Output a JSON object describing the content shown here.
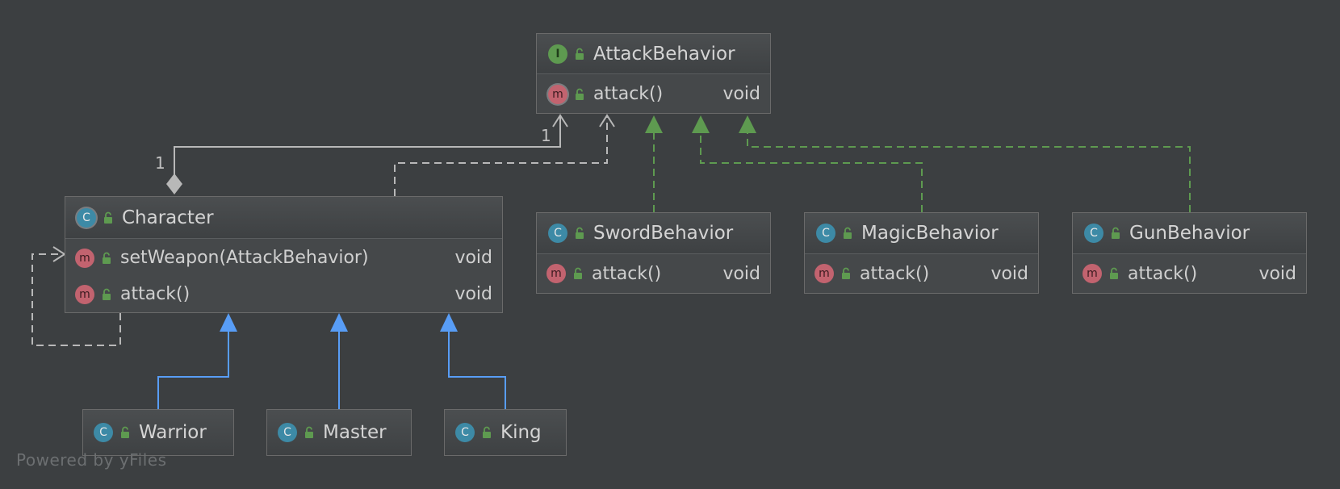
{
  "colors": {
    "background": "#3c3f41",
    "class_badge": "#3d8aa6",
    "interface_badge": "#5e9a50",
    "method_badge": "#c2636f",
    "lock_green": "#5e9a50",
    "implements_edge": "#5e9a50",
    "extends_edge": "#589df6",
    "dependency_edge": "#b8b8b8"
  },
  "classes": {
    "attack_behavior": {
      "kind": "I",
      "name": "AttackBehavior",
      "members": [
        {
          "badge": "m",
          "name": "attack()",
          "type": "void"
        }
      ]
    },
    "character": {
      "kind": "C",
      "name": "Character",
      "members": [
        {
          "badge": "m",
          "name": "setWeapon(AttackBehavior)",
          "type": "void"
        },
        {
          "badge": "m",
          "name": "attack()",
          "type": "void"
        }
      ]
    },
    "sword_behavior": {
      "kind": "C",
      "name": "SwordBehavior",
      "members": [
        {
          "badge": "m",
          "name": "attack()",
          "type": "void"
        }
      ]
    },
    "magic_behavior": {
      "kind": "C",
      "name": "MagicBehavior",
      "members": [
        {
          "badge": "m",
          "name": "attack()",
          "type": "void"
        }
      ]
    },
    "gun_behavior": {
      "kind": "C",
      "name": "GunBehavior",
      "members": [
        {
          "badge": "m",
          "name": "attack()",
          "type": "void"
        }
      ]
    },
    "warrior": {
      "kind": "C",
      "name": "Warrior"
    },
    "master": {
      "kind": "C",
      "name": "Master"
    },
    "king": {
      "kind": "C",
      "name": "King"
    }
  },
  "relations": [
    {
      "type": "aggregation",
      "from": "character",
      "to": "attack_behavior",
      "source_multiplicity": "1",
      "target_multiplicity": "1"
    },
    {
      "type": "dependency",
      "from": "character",
      "to": "attack_behavior"
    },
    {
      "type": "dependency",
      "from": "character",
      "to": "character"
    },
    {
      "type": "implements",
      "from": "sword_behavior",
      "to": "attack_behavior"
    },
    {
      "type": "implements",
      "from": "magic_behavior",
      "to": "attack_behavior"
    },
    {
      "type": "implements",
      "from": "gun_behavior",
      "to": "attack_behavior"
    },
    {
      "type": "extends",
      "from": "warrior",
      "to": "character"
    },
    {
      "type": "extends",
      "from": "master",
      "to": "character"
    },
    {
      "type": "extends",
      "from": "king",
      "to": "character"
    }
  ],
  "watermark": "Powered by yFiles"
}
